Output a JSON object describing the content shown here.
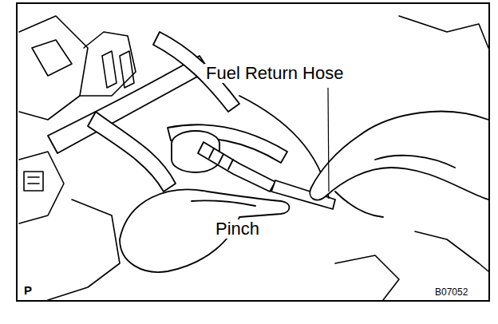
{
  "diagram": {
    "labels": [
      "Fuel Return Hose",
      "Pinch",
      "P",
      "B07052"
    ]
  }
}
